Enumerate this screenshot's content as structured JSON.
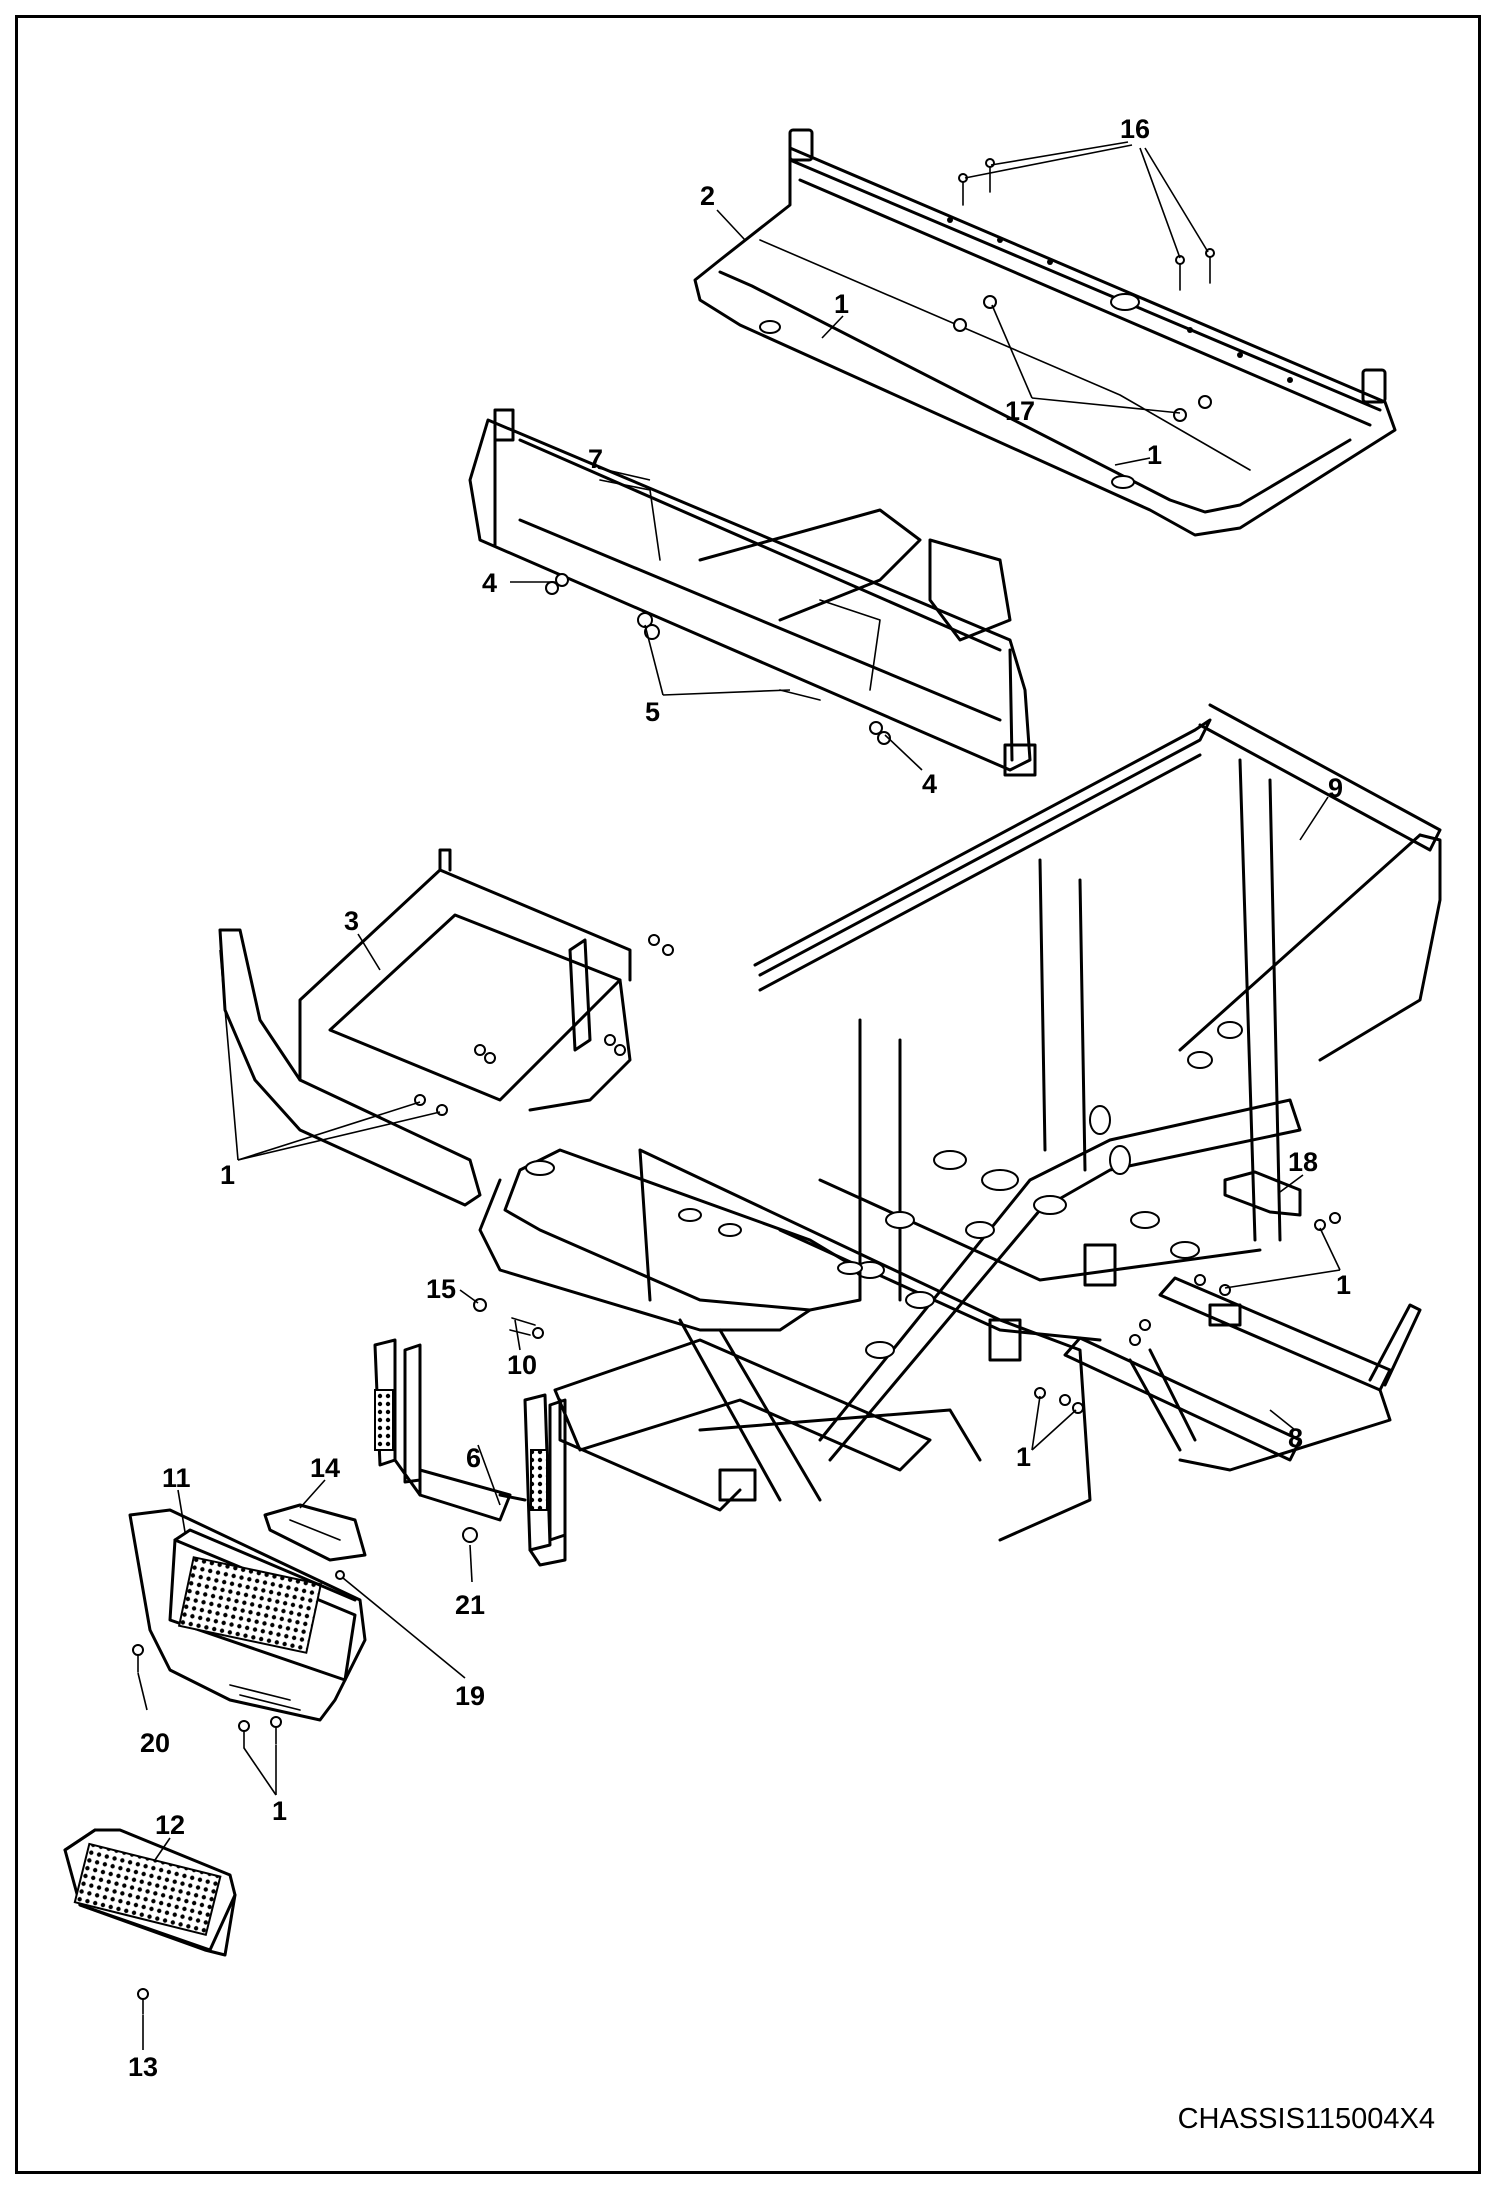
{
  "drawing_id": "CHASSIS115004X4",
  "callouts": [
    "16",
    "2",
    "1",
    "17",
    "1",
    "7",
    "4",
    "5",
    "4",
    "9",
    "3",
    "1",
    "18",
    "1",
    "15",
    "10",
    "6",
    "8",
    "1",
    "11",
    "14",
    "21",
    "19",
    "20",
    "1",
    "12",
    "13"
  ]
}
